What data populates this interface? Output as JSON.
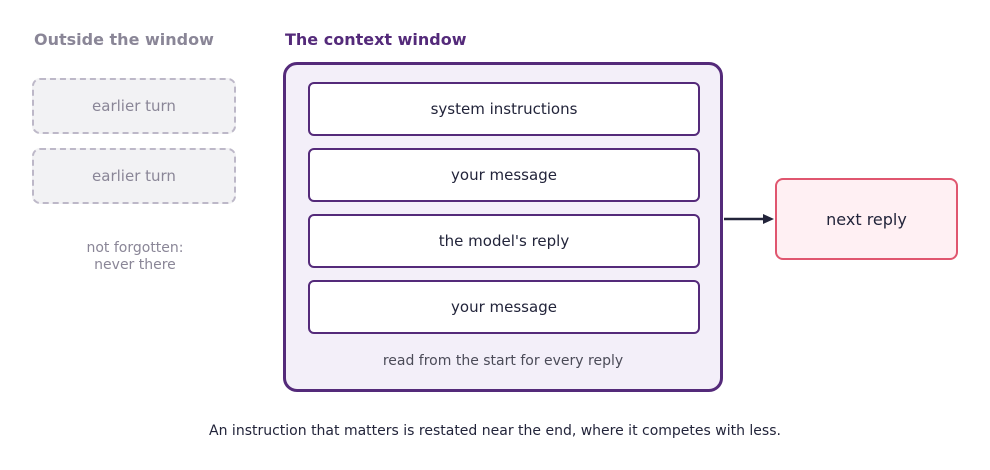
{
  "outside": {
    "heading": "Outside the window",
    "turns": [
      "earlier turn",
      "earlier turn"
    ],
    "note_line1": "not forgotten:",
    "note_line2": "never there"
  },
  "context_window": {
    "heading": "The context window",
    "messages": [
      "system instructions",
      "your message",
      "the model's reply",
      "your message"
    ],
    "caption": "read from the start for every reply"
  },
  "next_reply": {
    "label": "next reply"
  },
  "footer": "An instruction that matters is restated near the end, where it competes with less.",
  "colors": {
    "window_border": "#542a7a",
    "window_fill": "#f3eff9",
    "outside_text": "#8a8697",
    "reply_border": "#e0566f",
    "reply_fill": "#fff0f3",
    "arrow": "#22243a"
  }
}
